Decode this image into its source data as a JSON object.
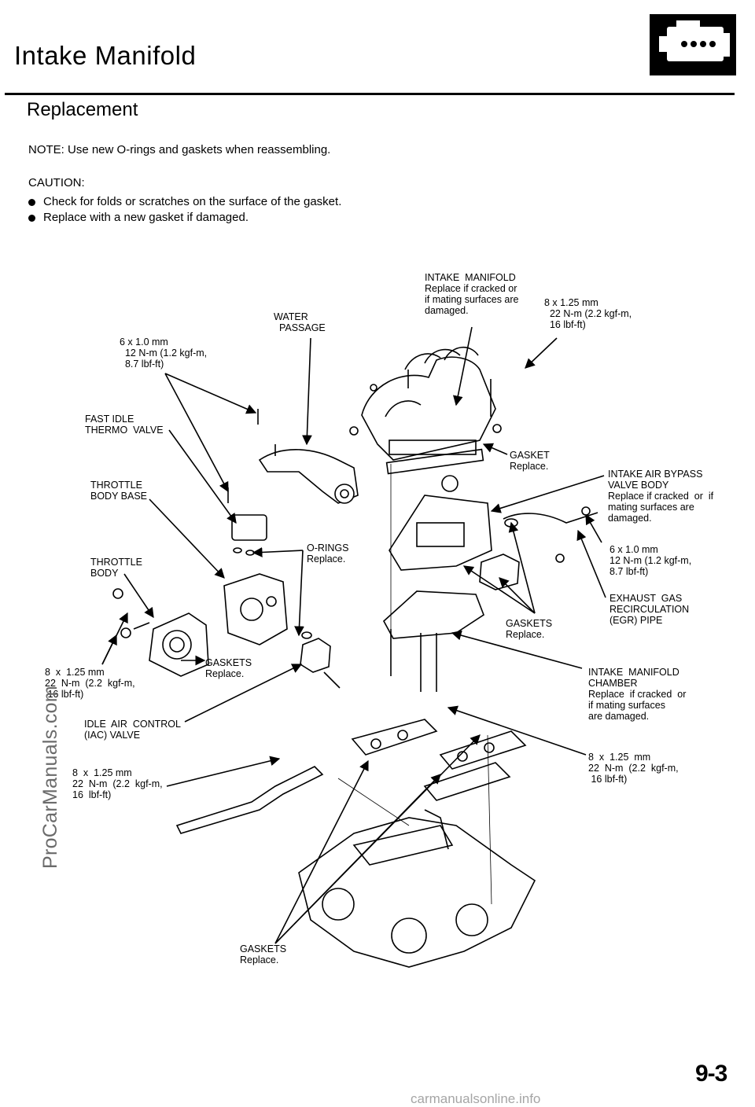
{
  "header": {
    "title": "Intake Manifold",
    "icon": "engine-icon"
  },
  "section": {
    "title": "Replacement"
  },
  "note": "NOTE:  Use new O-rings and gaskets when reassembling.",
  "caution": {
    "heading": "CAUTION:",
    "items": [
      "Check for folds or scratches on the surface of the gasket.",
      "Replace with a new gasket if damaged."
    ]
  },
  "diagram": {
    "labels": {
      "intake_manifold": "INTAKE  MANIFOLD\nReplace if cracked or\nif mating surfaces are\ndamaged.",
      "bolt_8x125_top": "8 x 1.25 mm\n  22 N-m (2.2 kgf-m,\n  16 lbf-ft)",
      "water_passage": "WATER\n  PASSAGE",
      "bolt_6x10_top": "6 x 1.0 mm\n  12 N-m (1.2 kgf-m,\n  8.7 lbf-ft)",
      "fast_idle": "FAST IDLE\nTHERMO  VALVE",
      "gasket_top": "GASKET\nReplace.",
      "intake_air_bypass": "INTAKE AIR BYPASS\nVALVE BODY\nReplace if cracked  or  if\nmating surfaces are\ndamaged.",
      "throttle_body_base": "THROTTLE\nBODY BASE",
      "orings": "O-RINGS\nReplace.",
      "bolt_6x10_right": "6 x 1.0 mm\n12 N-m (1.2 kgf-m,\n8.7 lbf-ft)",
      "throttle_body": "THROTTLE\nBODY",
      "egr_pipe": "EXHAUST  GAS\nRECIRCULATION\n(EGR) PIPE",
      "gaskets_mid": "GASKETS\nReplace.",
      "bolt_8x125_left": "8  x  1.25 mm\n22  N-m  (2.2  kgf-m,\n 16 lbf-ft)",
      "gaskets_throttle": "GASKETS\nReplace.",
      "manifold_chamber": "INTAKE  MANIFOLD\nCHAMBER\nReplace  if cracked  or\nif mating surfaces\nare damaged.",
      "iac_valve": "IDLE  AIR  CONTROL\n(IAC) VALVE",
      "bolt_8x125_right": "8  x  1.25  mm\n22  N-m  (2.2  kgf-m,\n 16 lbf-ft)",
      "bolt_8x125_lower": "8  x  1.25 mm\n22  N-m  (2.2  kgf-m,\n16  lbf-ft)",
      "gaskets_bottom": "GASKETS\nReplace."
    }
  },
  "watermark": "ProCarManuals.com",
  "footer_url": "carmanualsonline.info",
  "page_number": "9-3"
}
